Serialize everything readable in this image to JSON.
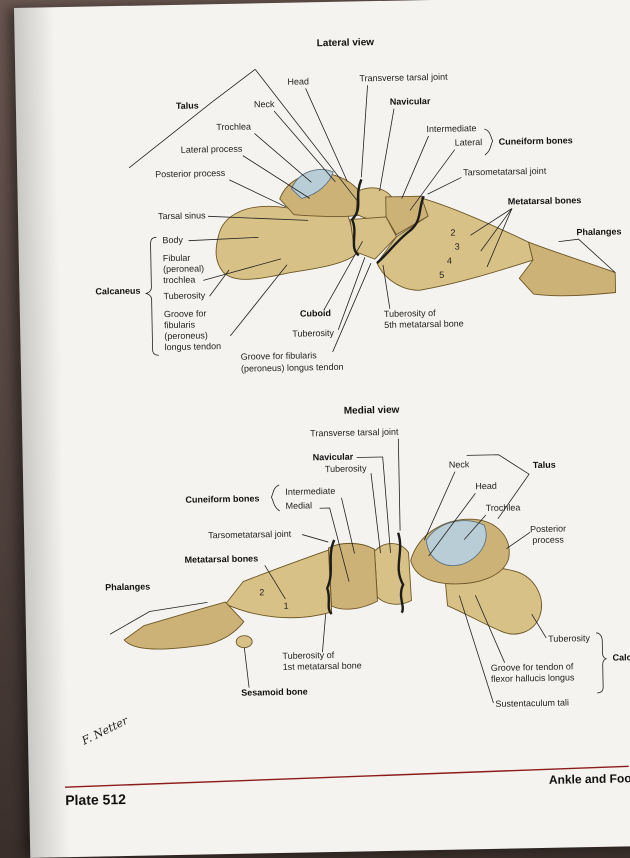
{
  "lateral": {
    "title": "Lateral view",
    "labels": {
      "talus": "Talus",
      "head": "Head",
      "transverse_tarsal_joint": "Transverse tarsal joint",
      "neck": "Neck",
      "navicular": "Navicular",
      "trochlea": "Trochlea",
      "intermediate": "Intermediate",
      "lateral_process": "Lateral process",
      "lateral": "Lateral",
      "cuneiform_bones": "Cuneiform bones",
      "posterior_process": "Posterior process",
      "tarsometatarsal_joint": "Tarsometatarsal joint",
      "metatarsal_bones": "Metatarsal bones",
      "tarsal_sinus": "Tarsal sinus",
      "phalanges": "Phalanges",
      "body": "Body",
      "fibular_trochlea_1": "Fibular",
      "fibular_trochlea_2": "(peroneal)",
      "fibular_trochlea_3": "trochlea",
      "tuberosity": "Tuberosity",
      "calcaneus": "Calcaneus",
      "groove_1": "Groove for",
      "groove_2": "fibularis",
      "groove_3": "(peroneus)",
      "groove_4": "longus tendon",
      "cuboid": "Cuboid",
      "tuberosity_5th_1": "Tuberosity of",
      "tuberosity_5th_2": "5th metatarsal bone",
      "cuboid_tuberosity": "Tuberosity",
      "groove_cuboid_1": "Groove for fibularis",
      "groove_cuboid_2": "(peroneus) longus tendon",
      "num2": "2",
      "num3": "3",
      "num4": "4",
      "num5": "5"
    }
  },
  "medial": {
    "title": "Medial view",
    "labels": {
      "transverse_tarsal_joint": "Transverse tarsal joint",
      "navicular": "Navicular",
      "tuberosity": "Tuberosity",
      "neck": "Neck",
      "talus": "Talus",
      "head": "Head",
      "cuneiform_bones": "Cuneiform bones",
      "intermediate": "Intermediate",
      "medial": "Medial",
      "trochlea": "Trochlea",
      "tarsometatarsal_joint": "Tarsometatarsal joint",
      "posterior_process_1": "Posterior",
      "posterior_process_2": "process",
      "metatarsal_bones": "Metatarsal bones",
      "phalanges": "Phalanges",
      "num2": "2",
      "num1": "1",
      "calc_tuberosity": "Tuberosity",
      "calcaneus": "Calcaneus",
      "tuberosity_1st_1": "Tuberosity of",
      "tuberosity_1st_2": "1st metatarsal bone",
      "groove_fhl_1": "Groove for tendon of",
      "groove_fhl_2": "flexor hallucis longus",
      "sesamoid_bone": "Sesamoid bone",
      "sustentaculum_tali": "Sustentaculum tali"
    }
  },
  "footer": {
    "plate": "Plate 512",
    "running_title": "Ankle and Foot",
    "signature": "F. Netter"
  },
  "colors": {
    "bone": "#d8c186",
    "cartilage": "#b9cdd6",
    "footer_rule": "#8c1b1b"
  }
}
